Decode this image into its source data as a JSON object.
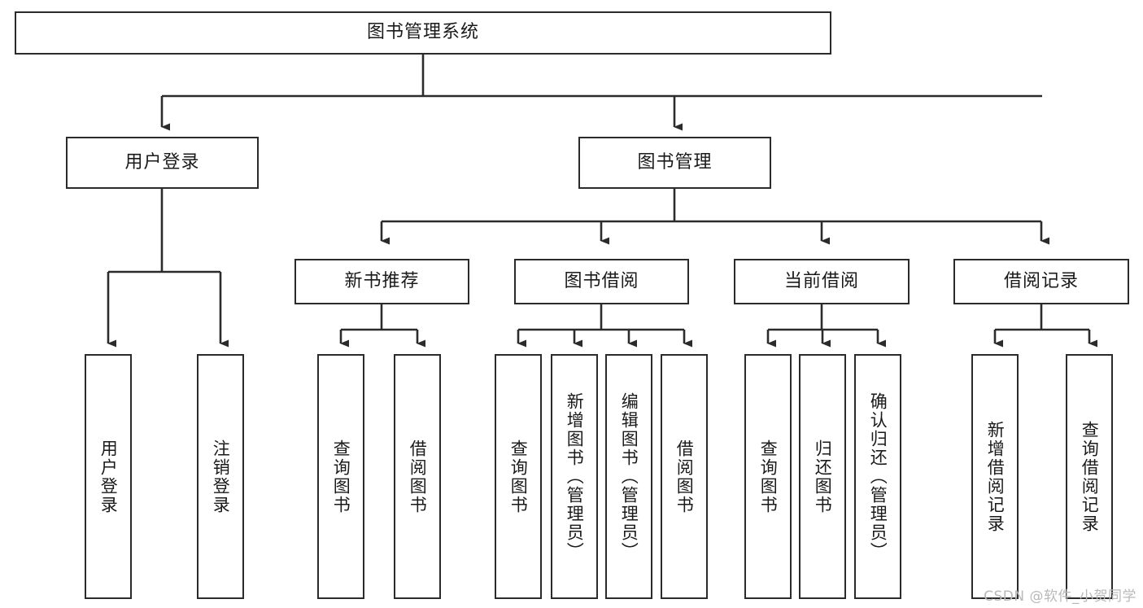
{
  "diagram": {
    "title": "图书管理系统",
    "type": "tree-hierarchy-chart",
    "root": {
      "id": "root",
      "label": "图书管理系统"
    },
    "level2": [
      {
        "id": "user-login",
        "label": "用户登录"
      },
      {
        "id": "book-manage",
        "label": "图书管理"
      }
    ],
    "level3": [
      {
        "id": "new-book-rec",
        "label": "新书推荐",
        "parent": "book-manage"
      },
      {
        "id": "book-borrow",
        "label": "图书借阅",
        "parent": "book-manage"
      },
      {
        "id": "current-borrow",
        "label": "当前借阅",
        "parent": "book-manage"
      },
      {
        "id": "borrow-record",
        "label": "借阅记录",
        "parent": "book-manage"
      }
    ],
    "leaves": [
      {
        "id": "leaf-user-login",
        "label": "用户登录",
        "parent": "user-login"
      },
      {
        "id": "leaf-logout",
        "label": "注销登录",
        "parent": "user-login"
      },
      {
        "id": "leaf-query-book-rec",
        "label": "查询图书",
        "parent": "new-book-rec"
      },
      {
        "id": "leaf-borrow-book-rec",
        "label": "借阅图书",
        "parent": "new-book-rec"
      },
      {
        "id": "leaf-query-book-borrow",
        "label": "查询图书",
        "parent": "book-borrow"
      },
      {
        "id": "leaf-add-book",
        "label": "新增图书（管理员）",
        "parent": "book-borrow"
      },
      {
        "id": "leaf-edit-book",
        "label": "编辑图书（管理员）",
        "parent": "book-borrow"
      },
      {
        "id": "leaf-borrow-book",
        "label": "借阅图书",
        "parent": "book-borrow"
      },
      {
        "id": "leaf-query-book-current",
        "label": "查询图书",
        "parent": "current-borrow"
      },
      {
        "id": "leaf-return-book",
        "label": "归还图书",
        "parent": "current-borrow"
      },
      {
        "id": "leaf-confirm-return",
        "label": "确认归还（管理员）",
        "parent": "current-borrow"
      },
      {
        "id": "leaf-add-record",
        "label": "新增借阅记录",
        "parent": "borrow-record"
      },
      {
        "id": "leaf-query-record",
        "label": "查询借阅记录",
        "parent": "borrow-record"
      }
    ],
    "colors": {
      "stroke": "#2b2b2b",
      "fill": "#ffffff",
      "text": "#1a1a1a",
      "watermark": "#b9b9b9"
    }
  },
  "watermark": {
    "text": "CSDN @软件_小贺同学"
  }
}
